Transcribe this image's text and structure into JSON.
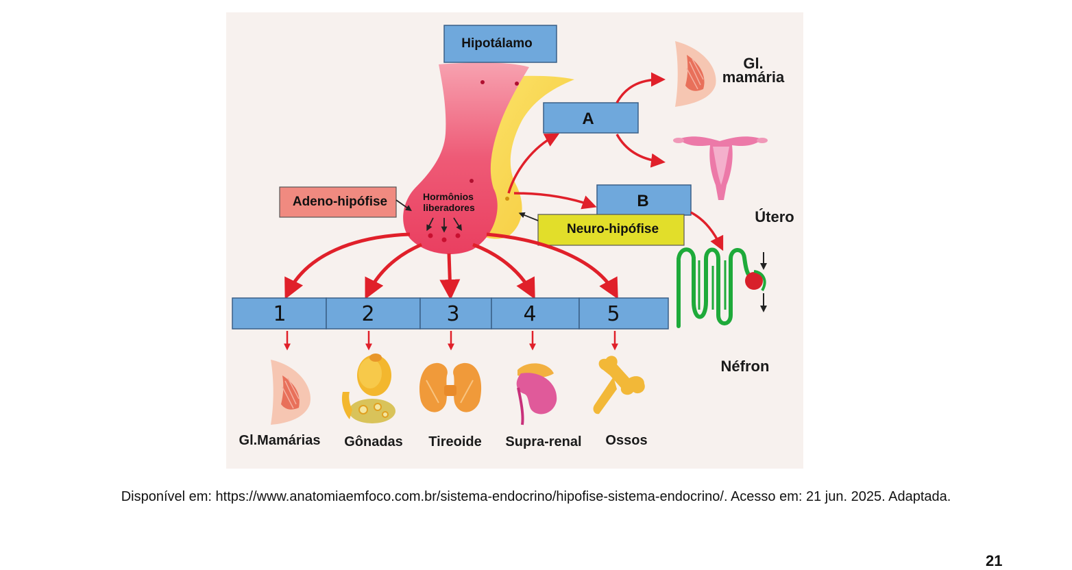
{
  "diagram": {
    "hypothalamus_label": "Hipotálamo",
    "box_a_label": "A",
    "box_b_label": "B",
    "adeno_label": "Adeno-hipófise",
    "neuro_label": "Neuro-hipófise",
    "releasing_hormones_line1": "Hormônios",
    "releasing_hormones_line2": "liberadores",
    "targets": [
      "1",
      "2",
      "3",
      "4",
      "5"
    ],
    "organs": [
      "Gl.Mamárias",
      "Gônadas",
      "Tireoide",
      "Supra-renal",
      "Ossos"
    ],
    "right_organs": {
      "mammary_line1": "Gl.",
      "mammary_line2": "mamária",
      "uterus": "Útero",
      "nephron": "Néfron"
    },
    "colors": {
      "box_blue": "#6fa8dc",
      "adeno_box": "#f08a80",
      "neuro_box": "#e2de2a",
      "arrow_red": "#e0202a",
      "adeno_gland": "#ee4c6a",
      "neuro_gland": "#f8d848",
      "background": "#f7f1ee"
    }
  },
  "source_text": "Disponível em: https://www.anatomiaemfoco.com.br/sistema-endocrino/hipofise-sistema-endocrino/. Acesso em: 21 jun. 2025. Adaptada.",
  "page_number": "21"
}
